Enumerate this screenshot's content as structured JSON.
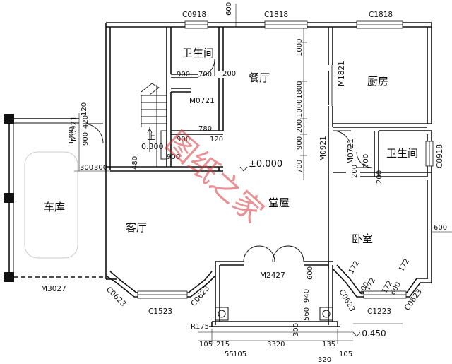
{
  "rooms": {
    "bath_upper": "卫生间",
    "dining": "餐厅",
    "kitchen": "厨房",
    "garage": "车库",
    "living": "客厅",
    "hall": "堂屋",
    "bath_right": "卫生间",
    "bedroom": "卧室"
  },
  "codes": {
    "c0918_top": "C0918",
    "c1818_mid": "C1818",
    "c1818_right": "C1818",
    "m0721_upper": "M0721",
    "m1821": "M1821",
    "m0921_left": "M0921",
    "m0921_mid": "M0921",
    "m0721_right": "M0721",
    "c0918_right": "C0918",
    "m3027": "M3027",
    "m2427": "M2427",
    "c0623_a": "C0623",
    "c1523": "C1523",
    "c0623_b": "C0623",
    "c0623_c": "C0623",
    "c1223": "C1223",
    "c0623_d": "C0623"
  },
  "levels": {
    "main": "±0.000",
    "outside": "-0.450",
    "stair_up": "上",
    "stair_level": "0.300"
  },
  "dims": {
    "d600_top": "600",
    "d900_a": "900",
    "d700_a": "700",
    "d200_a": "200",
    "d120_a": "120",
    "d1200": "1200",
    "d900_b": "900",
    "d420": "420",
    "d780": "780",
    "d900_c": "900",
    "d120_b": "120",
    "d300_a": "300",
    "d300_b": "300",
    "d480": "480",
    "d900_v": "900",
    "d200_v": "200",
    "d700_v": "700",
    "d1000_top": "1000",
    "d1800_v": "1800",
    "d1000_mid": "1000",
    "d200_mid": "200",
    "d900_mid": "900",
    "d700_low": "700",
    "d700_r": "700",
    "d200_r": "200",
    "d600_right": "600",
    "d600_porch": "600",
    "d940": "940",
    "d560": "560",
    "d300_porch": "300",
    "d172_a": "172",
    "d600_bay": "600",
    "d172_b": "172",
    "d172_c": "172",
    "d600_bay2": "600",
    "d172_d": "172",
    "r175": "R175",
    "d105_a": "105",
    "d215": "215",
    "d55": "55",
    "d105_b": "105",
    "d3320": "3320",
    "d135": "135",
    "d105_c": "105",
    "d320": "320"
  },
  "watermark": "图纸之家"
}
